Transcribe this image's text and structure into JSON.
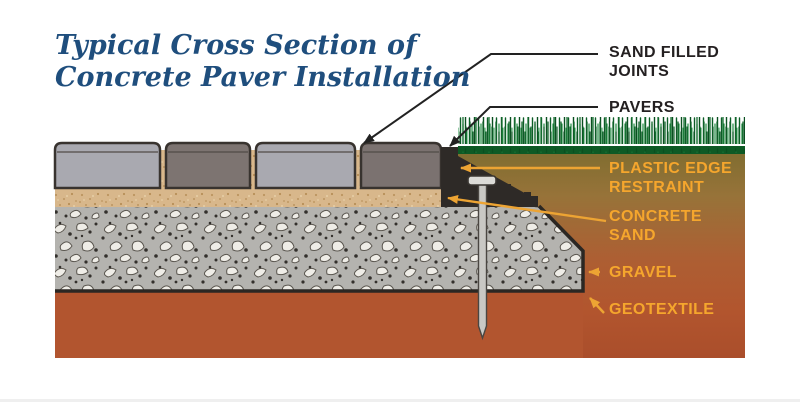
{
  "title": {
    "line1": "Typical Cross Section of",
    "line2": "Concrete Paver Installation"
  },
  "labels": {
    "sand_filled_joints": {
      "line1": "SAND FILLED",
      "line2": "JOINTS"
    },
    "pavers": {
      "line1": "PAVERS"
    },
    "plastic_edge_restraint": {
      "line1": "PLASTIC EDGE",
      "line2": "RESTRAINT"
    },
    "concrete_sand": {
      "line1": "CONCRETE",
      "line2": "SAND"
    },
    "gravel": {
      "line1": "GRAVEL"
    },
    "geotextile": {
      "line1": "GEOTEXTILE"
    }
  },
  "colors": {
    "title_text": "#1f4e7d",
    "label_black": "#242021",
    "label_orange": "#f5a62d",
    "leader_orange": "#eda433",
    "leader_black": "#222222",
    "grass_green": "#157031",
    "soil_rust": "#b2552f",
    "soil_top_olive": "#7f6d30",
    "paver_light": "#a9a9b0",
    "paver_dark": "#7d7471",
    "sand_tan": "#d8b78b",
    "gravel_gray": "#b4b3af",
    "restraint_black": "#2e2a27",
    "spike_gray": "#c9c8c4"
  },
  "diagram_parts": [
    "pavers",
    "sand-filled-joints",
    "grass",
    "plastic-edge-restraint",
    "spike",
    "concrete-sand-layer",
    "gravel-layer",
    "geotextile-fabric",
    "soil"
  ]
}
